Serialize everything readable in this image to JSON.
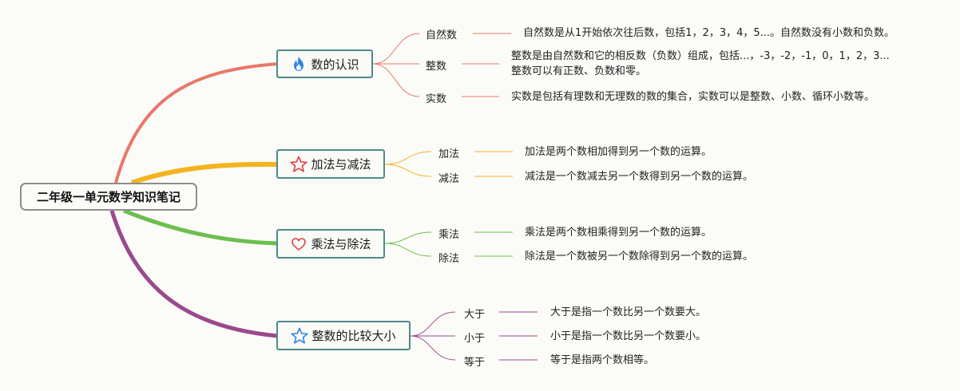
{
  "root": {
    "label": "二年级一单元数学知识笔记"
  },
  "colors": {
    "branch1": "#e8786a",
    "branch2": "#f4b41e",
    "branch3": "#6cbf4e",
    "branch4": "#9a4a8c",
    "node_border": "#4e8a8c"
  },
  "branches": [
    {
      "label": "数的认识",
      "icon": "fire-icon",
      "items": [
        {
          "term": "自然数",
          "desc": "自然数是从1开始依次往后数，包括1，2，3，4，5...。自然数没有小数和负数。"
        },
        {
          "term": "整数",
          "desc": "整数是由自然数和它的相反数（负数）组成，包括...，-3，-2，-1，0，1，2，3...",
          "desc2": "整数可以有正数、负数和零。"
        },
        {
          "term": "实数",
          "desc": "实数是包括有理数和无理数的数的集合，实数可以是整数、小数、循环小数等。"
        }
      ]
    },
    {
      "label": "加法与减法",
      "icon": "star-outline-red-icon",
      "items": [
        {
          "term": "加法",
          "desc": "加法是两个数相加得到另一个数的运算。"
        },
        {
          "term": "减法",
          "desc": "减法是一个数减去另一个数得到另一个数的运算。"
        }
      ]
    },
    {
      "label": "乘法与除法",
      "icon": "heart-outline-icon",
      "items": [
        {
          "term": "乘法",
          "desc": "乘法是两个数相乘得到另一个数的运算。"
        },
        {
          "term": "除法",
          "desc": "除法是一个数被另一个数除得到另一个数的运算。"
        }
      ]
    },
    {
      "label": "整数的比较大小",
      "icon": "star-outline-blue-icon",
      "items": [
        {
          "term": "大于",
          "desc": "大于是指一个数比另一个数要大。"
        },
        {
          "term": "小于",
          "desc": "小于是指一个数比另一个数要小。"
        },
        {
          "term": "等于",
          "desc": "等于是指两个数相等。"
        }
      ]
    }
  ]
}
